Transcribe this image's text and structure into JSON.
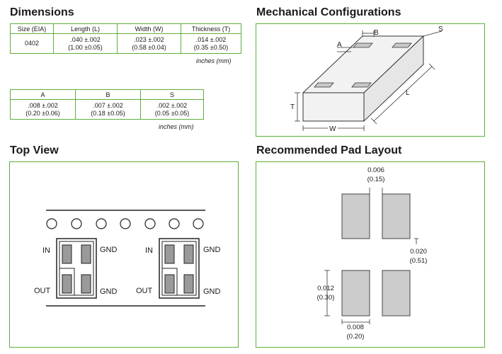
{
  "dimensions": {
    "title": "Dimensions",
    "table1": {
      "headers": [
        "Size (EIA)",
        "Length (L)",
        "Width (W)",
        "Thickness (T)"
      ],
      "size": "0402",
      "values": [
        {
          "inch": ".040 ±.002",
          "mm": "(1.00 ±0.05)"
        },
        {
          "inch": ".023 ±.002",
          "mm": "(0.58 ±0.04)"
        },
        {
          "inch": ".014 ±.002",
          "mm": "(0.35 ±0.50)"
        }
      ],
      "units": "inches (mm)"
    },
    "table2": {
      "headers": [
        "A",
        "B",
        "S"
      ],
      "values": [
        {
          "inch": ".008 ±.002",
          "mm": "(0.20 ±0.06)"
        },
        {
          "inch": ".007 ±.002",
          "mm": "(0.18 ±0.05)"
        },
        {
          "inch": ".002 ±.002",
          "mm": "(0.05 ±0.05)"
        }
      ],
      "units": "inches (mm)"
    }
  },
  "mechanical": {
    "title": "Mechanical Configurations",
    "labels": {
      "a": "A",
      "b": "B",
      "s": "S",
      "t": "T",
      "l": "L",
      "w": "W"
    }
  },
  "top_view": {
    "title": "Top View",
    "pin_labels": {
      "in": "IN",
      "out": "OUT",
      "gnd_top": "GND",
      "gnd_bottom": "GND"
    }
  },
  "pad_layout": {
    "title": "Recommended Pad Layout",
    "dims": {
      "gap_inch": "0.006",
      "gap_mm": "(0.15)",
      "vgap_inch": "0.020",
      "vgap_mm": "(0.51)",
      "height_inch": "0.012",
      "height_mm": "(0.30)",
      "width_inch": "0.008",
      "width_mm": "(0.20)"
    }
  },
  "colors": {
    "accent": "#5fae3c",
    "pad": "#c8c8c8",
    "chip": "#f2f2f2"
  }
}
